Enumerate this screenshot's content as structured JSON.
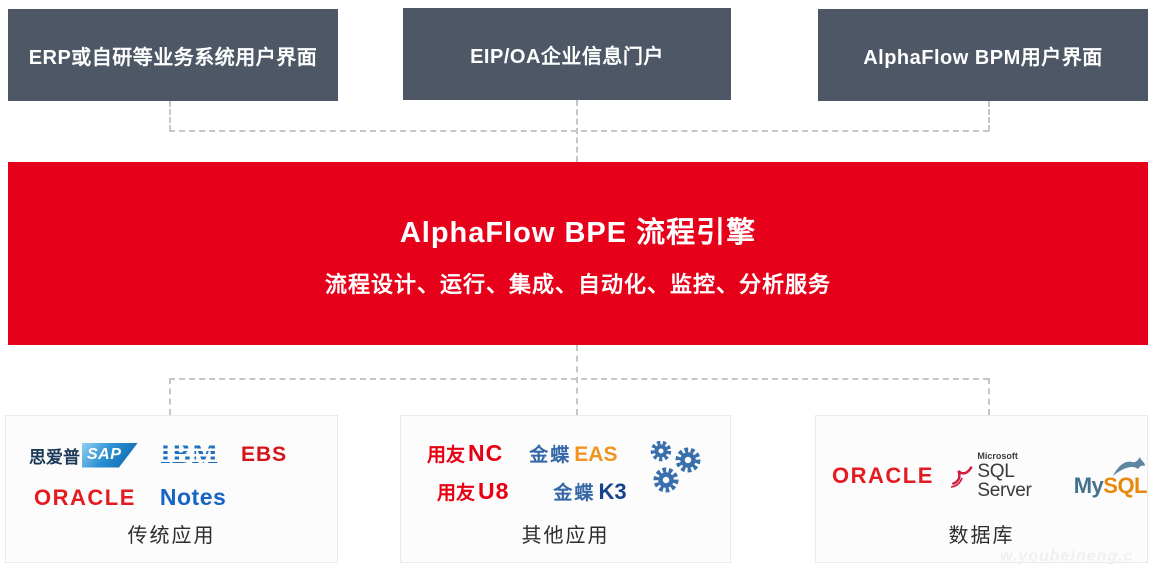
{
  "top_boxes": [
    {
      "label": "ERP或自研等业务系统用户界面"
    },
    {
      "label": "EIP/OA企业信息门户"
    },
    {
      "label": "AlphaFlow BPM用户界面"
    }
  ],
  "engine": {
    "title": "AlphaFlow BPE 流程引擎",
    "subtitle": "流程设计、运行、集成、自动化、监控、分析服务"
  },
  "bottom_boxes": {
    "traditional": {
      "label": "传统应用",
      "logos": {
        "sap": {
          "cjk": "思爱普",
          "latin": "SAP"
        },
        "ibm": {
          "text": "IBM"
        },
        "ebs": {
          "text": "EBS"
        },
        "oracle": {
          "text": "ORACLE"
        },
        "notes": {
          "text": "Notes"
        }
      }
    },
    "other": {
      "label": "其他应用",
      "logos": {
        "yonyou_nc": {
          "cjk": "用友",
          "latin": "NC"
        },
        "kingdee_eas": {
          "cjk": "金蝶",
          "latin": "EAS"
        },
        "yonyou_u8": {
          "cjk": "用友",
          "latin": "U8"
        },
        "kingdee_k3": {
          "cjk": "金蝶",
          "latin": "K3"
        }
      }
    },
    "database": {
      "label": "数据库",
      "logos": {
        "oracle": {
          "text": "ORACLE"
        },
        "sqlserver": {
          "brand": "Microsoft",
          "product": "SQL Server"
        },
        "mysql": {
          "part_my": "My",
          "part_sql": "SQL"
        }
      }
    }
  },
  "watermark": "w.youbeineng.c",
  "colors": {
    "engine_red": "#e60019",
    "top_box_slate": "#4d5765",
    "connector_gray": "#c3c6ca",
    "yonyou_red": "#e60012",
    "kingdee_blue": "#3668a8",
    "gear_blue": "#3a6fad"
  }
}
